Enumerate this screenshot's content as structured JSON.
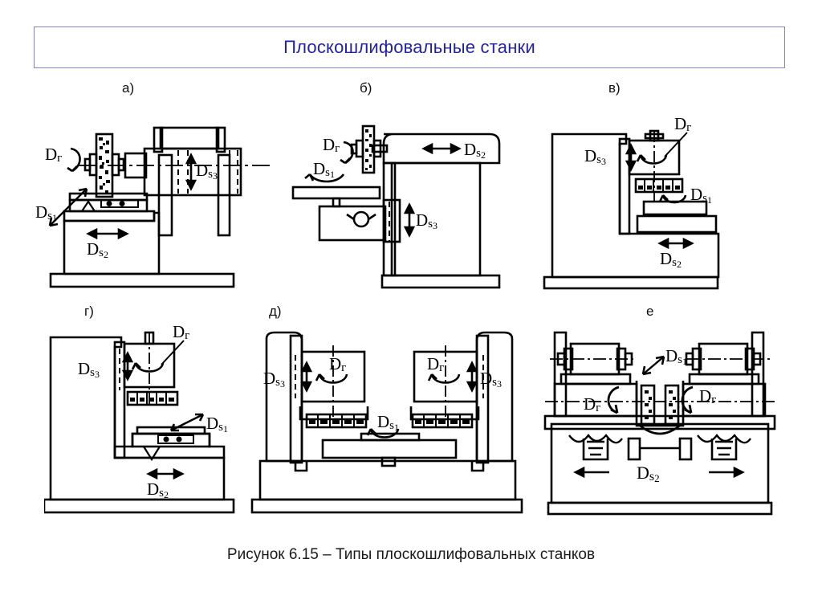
{
  "title": {
    "text": "Плоскошлифовальные станки",
    "border_color": "#8585bd",
    "text_color": "#2222a8"
  },
  "caption": {
    "text": "Рисунок 6.15 – Типы плоскошлифовальных станков"
  },
  "motion_symbols": {
    "main_rotation": "Dг",
    "feed_1": "Ds",
    "feed_1_sub": "1",
    "feed_2": "Ds",
    "feed_2_sub": "2",
    "feed_3": "Ds",
    "feed_3_sub": "3"
  },
  "panels": [
    {
      "id": "a",
      "label": "а)",
      "description": "Горизонтальный шпиндель, прямоугольный возвратно-поступательный стол",
      "labels": [
        "Dг",
        "Ds1",
        "Ds2",
        "Ds3"
      ]
    },
    {
      "id": "b",
      "label": "б)",
      "description": "Горизонтальный шпиндель, круглый вращающийся стол",
      "labels": [
        "Dг",
        "Ds1",
        "Ds2",
        "Ds3"
      ]
    },
    {
      "id": "v",
      "label": "в)",
      "description": "Вертикальный шпиндель, круглый вращающийся стол",
      "labels": [
        "Dг",
        "Ds1",
        "Ds2",
        "Ds3"
      ]
    },
    {
      "id": "g",
      "label": "г)",
      "description": "Вертикальный шпиндель, прямоугольный возвратно-поступательный стол",
      "labels": [
        "Dг",
        "Ds1",
        "Ds2",
        "Ds3"
      ]
    },
    {
      "id": "d",
      "label": "д)",
      "description": "Двухшпиндельный вертикальный станок, круглый стол",
      "labels": [
        "Dг",
        "Dг",
        "Ds1",
        "Ds3",
        "Ds3"
      ]
    },
    {
      "id": "e",
      "label": "е",
      "description": "Двухдисковый станок со встречными горизонтальными шпинделями",
      "labels": [
        "Dг",
        "Dг",
        "Ds1",
        "Ds2"
      ]
    }
  ],
  "colors": {
    "line": "#000000",
    "background": "#ffffff"
  }
}
